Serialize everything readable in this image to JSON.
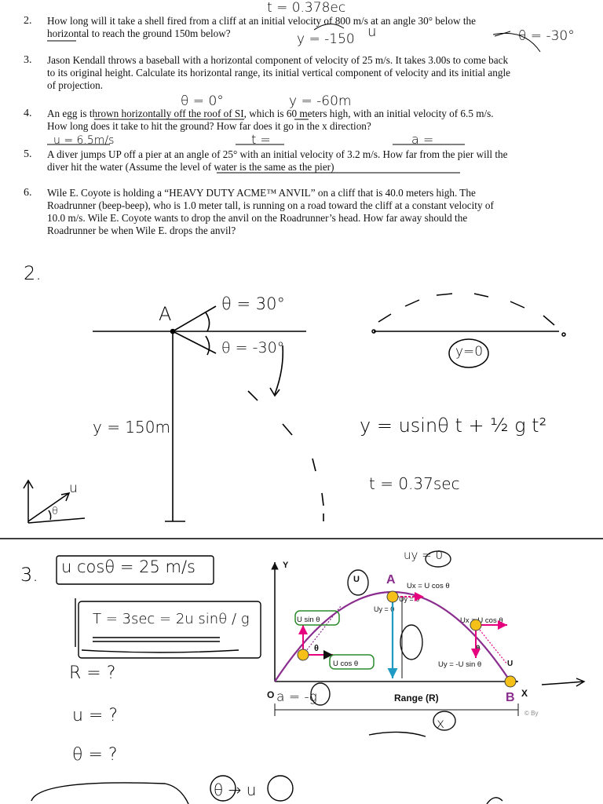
{
  "questions": [
    {
      "num": "2.",
      "text": "How long will it take a shell fired from a cliff at an initial velocity of 800 m/s at an angle 30° below the horizontal to reach the ground 150m below?"
    },
    {
      "num": "3.",
      "text": "Jason Kendall throws a baseball with a horizontal component of velocity of 25 m/s. It takes 3.00s to come back to its original height. Calculate its horizontal range, its initial vertical component of velocity and its initial angle of projection."
    },
    {
      "num": "4.",
      "text": "An egg is thrown horizontally off the roof of SI, which is 60 meters high, with an initial velocity of 6.5 m/s. How long does it take to hit the ground? How far does it go in the x direction?"
    },
    {
      "num": "5.",
      "text": "A diver jumps UP off a pier at an angle of 25° with an initial velocity of 3.2 m/s. How far from the pier will the diver hit the water (Assume the level of water is the same as the pier)"
    },
    {
      "num": "6.",
      "text": "Wile E. Coyote is holding a “HEAVY DUTY ACME™ ANVIL” on a cliff that is 40.0 meters high. The Roadrunner (beep-beep), who is 1.0 meter tall, is running on a road toward the cliff at a constant velocity of 10.0 m/s. Wile E. Coyote wants to drop the anvil on the Roadrunner’s head. How far away should the Roadrunner be when Wile E. drops the anvil?"
    }
  ],
  "handwriting": {
    "top_t": "t = 0.378ec",
    "q2_y": "y = -150",
    "q2_u": "u",
    "q2_theta": "θ = -30°",
    "q4_theta": "θ = 0°",
    "q4_y": "y = -60m",
    "q5_u": "u = 6.5m/s",
    "q5_t": "t =",
    "q5_a": "a =",
    "s2_label": "2.",
    "s2_A": "A",
    "s2_theta_up": "θ = 30°",
    "s2_theta_down": "θ = -30°",
    "s2_y": "y = 150m",
    "s2_u": "u",
    "s2_theta_small": "θ",
    "s2_y0": "y=0",
    "s2_eq": "y = usinθ t + ½ g t²",
    "s2_t": "t = 0.37sec",
    "s3_label": "3.",
    "s3_eq1": "u cosθ = 25 m/s",
    "s3_T": "T = 3sec = 2u sinθ / g",
    "s3_R": "R = ?",
    "s3_u": "u = ?",
    "s3_theta": "θ = ?",
    "s3_uy": "uy = 0",
    "s3_a": "a = -g",
    "s3_x": "x",
    "s3_bottom": "θ → u"
  },
  "diagram": {
    "Y": "Y",
    "X": "X",
    "O": "O",
    "A": "A",
    "B": "B",
    "ux_top": "Ux = U cos θ",
    "uy_top": "Uy = 0",
    "uy_top2": "Uy = 0",
    "ux_right": "Ux = U cos θ",
    "uy_right": "Uy = -U sin θ",
    "u_right": "U",
    "theta_right": "θ",
    "u_sin": "U sin θ",
    "u_cos": "U cos θ",
    "u_left": "U",
    "theta_left": "θ",
    "range": "Range (R)",
    "copyright": "© By",
    "colors": {
      "path": "#8a2c8e",
      "arrow": "#e6007e",
      "height": "#1f9bc4",
      "dot": "#f5c118"
    }
  }
}
